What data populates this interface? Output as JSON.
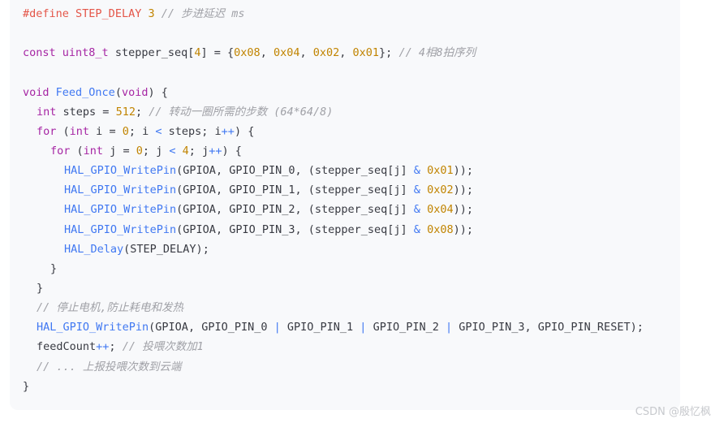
{
  "code": {
    "l1": {
      "kw": "#define",
      "macro": "STEP_DELAY",
      "num": "3",
      "comment": "// 步进延迟 ms"
    },
    "l3": {
      "kw": "const",
      "type": "uint8_t",
      "ident": "stepper_seq",
      "lb": "[",
      "size": "4",
      "rb": "]",
      "eq": " = {",
      "v1": "0x08",
      "v2": "0x04",
      "v3": "0x02",
      "v4": "0x01",
      "end": "};",
      "comment": "// 4相8拍序列"
    },
    "l5": {
      "kw": "void",
      "fn": "Feed_Once",
      "open": "(",
      "kw2": "void",
      "close": ") {"
    },
    "l6": {
      "type": "int",
      "ident": " steps ",
      "eq": "=",
      "num": "512",
      "semi": ";",
      "comment": "// 转动一圈所需的步数 (64*64/8)"
    },
    "l7": {
      "kw": "for",
      "p1": " (",
      "type": "int",
      "ident": " i ",
      "eq": "=",
      "zero": "0",
      "p2": "; i ",
      "lt": "<",
      "p3": " steps; i",
      "inc": "++",
      "p4": ") {"
    },
    "l8": {
      "kw": "for",
      "p1": " (",
      "type": "int",
      "ident": " j ",
      "eq": "=",
      "zero": "0",
      "p2": "; j ",
      "lt": "<",
      "num": "4",
      "p3": "; j",
      "inc": "++",
      "p4": ") {"
    },
    "l9": {
      "fn": "HAL_GPIO_WritePin",
      "args": "(GPIOA, GPIO_PIN_0, (stepper_seq[j] ",
      "amp": "&",
      "num": "0x01",
      "end": "));"
    },
    "l10": {
      "fn": "HAL_GPIO_WritePin",
      "args": "(GPIOA, GPIO_PIN_1, (stepper_seq[j] ",
      "amp": "&",
      "num": "0x02",
      "end": "));"
    },
    "l11": {
      "fn": "HAL_GPIO_WritePin",
      "args": "(GPIOA, GPIO_PIN_2, (stepper_seq[j] ",
      "amp": "&",
      "num": "0x04",
      "end": "));"
    },
    "l12": {
      "fn": "HAL_GPIO_WritePin",
      "args": "(GPIOA, GPIO_PIN_3, (stepper_seq[j] ",
      "amp": "&",
      "num": "0x08",
      "end": "));"
    },
    "l13": {
      "fn": "HAL_Delay",
      "args": "(STEP_DELAY);"
    },
    "l14": {
      "text": "}"
    },
    "l15": {
      "text": "}"
    },
    "l16": {
      "comment": "// 停止电机,防止耗电和发热"
    },
    "l17": {
      "fn": "HAL_GPIO_WritePin",
      "a1": "(GPIOA, GPIO_PIN_0 ",
      "or1": "|",
      "a2": " GPIO_PIN_1 ",
      "or2": "|",
      "a3": " GPIO_PIN_2 ",
      "or3": "|",
      "a4": " GPIO_PIN_3, GPIO_PIN_RESET);"
    },
    "l18": {
      "ident": "feedCount",
      "inc": "++",
      "semi": ";",
      "comment": "// 投喂次数加1"
    },
    "l19": {
      "comment": "// ... 上报投喂次数到云端"
    },
    "l20": {
      "text": "}"
    }
  },
  "watermark": "CSDN @殷忆枫",
  "colors": {
    "background": "#f8f9fb",
    "keyword": "#a626a4",
    "function": "#4078f2",
    "number": "#c18401",
    "macro": "#e45649",
    "comment": "#a0a1a7",
    "text": "#383a42"
  }
}
